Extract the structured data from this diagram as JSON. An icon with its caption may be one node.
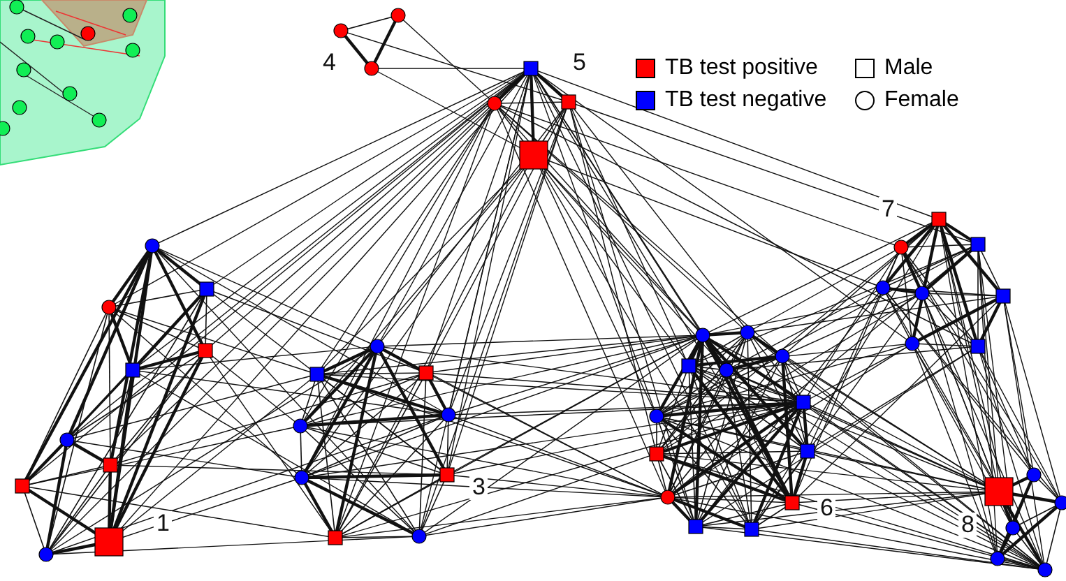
{
  "diagram": {
    "labels": [
      "4",
      "5",
      "7",
      "3",
      "1",
      "6",
      "8"
    ],
    "legend": [
      {
        "text": "TB test positive",
        "color": "#ff0000"
      },
      {
        "text": "TB test negative",
        "color": "#0000ff"
      },
      {
        "text": "Male"
      },
      {
        "text": "Female"
      }
    ]
  }
}
